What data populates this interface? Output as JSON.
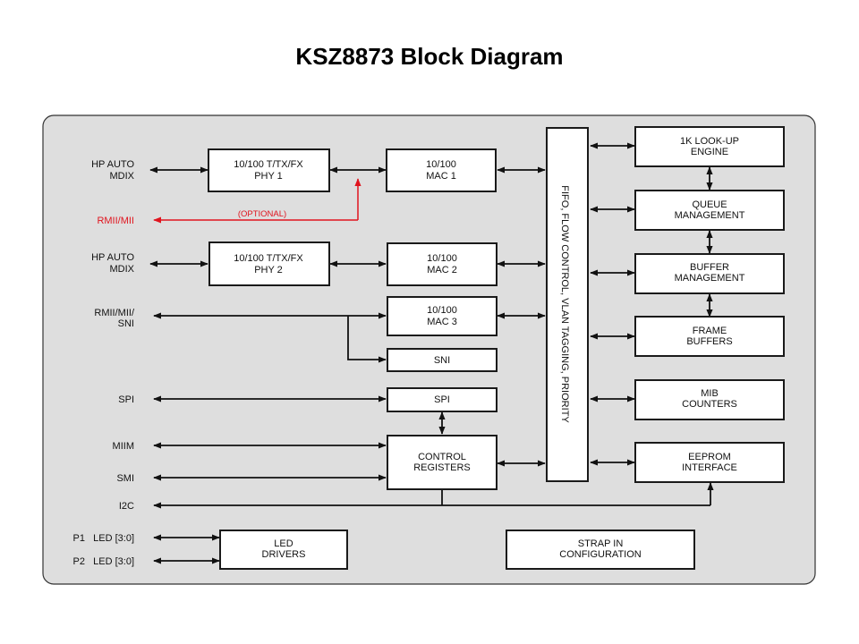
{
  "title": "KSZ8873 Block Diagram",
  "colors": {
    "panel": "#dedede",
    "optional_path": "#e0141e",
    "block_fill": "#ffffff",
    "line": "#111111"
  },
  "left_labels": {
    "hp1": [
      "HP AUTO",
      "MDIX"
    ],
    "rmii_optional": "RMII/MII",
    "optional_note": "(OPTIONAL)",
    "hp2": [
      "HP AUTO",
      "MDIX"
    ],
    "rmii_sni": [
      "RMII/MII/",
      "SNI"
    ],
    "spi": "SPI",
    "miim": "MIIM",
    "smi": "SMI",
    "i2c": "I2C",
    "p1_led": "P1   LED [3:0]",
    "p2_led": "P2   LED [3:0]"
  },
  "blocks": {
    "phy1": [
      "10/100 T/TX/FX",
      "PHY 1"
    ],
    "phy2": [
      "10/100 T/TX/FX",
      "PHY 2"
    ],
    "mac1": [
      "10/100",
      "MAC 1"
    ],
    "mac2": [
      "10/100",
      "MAC 2"
    ],
    "mac3": [
      "10/100",
      "MAC 3"
    ],
    "sni": "SNI",
    "spi": "SPI",
    "control_registers": [
      "CONTROL",
      "REGISTERS"
    ],
    "fifo": "FIFO, FLOW CONTROL, VLAN TAGGING, PRIORITY",
    "lookup": [
      "1K LOOK-UP",
      "ENGINE"
    ],
    "queue": [
      "QUEUE",
      "MANAGEMENT"
    ],
    "buffer": [
      "BUFFER",
      "MANAGEMENT"
    ],
    "frame": [
      "FRAME",
      "BUFFERS"
    ],
    "mib": [
      "MIB",
      "COUNTERS"
    ],
    "eeprom": [
      "EEPROM",
      "INTERFACE"
    ],
    "led": [
      "LED",
      "DRIVERS"
    ],
    "strap": [
      "STRAP IN",
      "CONFIGURATION"
    ]
  }
}
